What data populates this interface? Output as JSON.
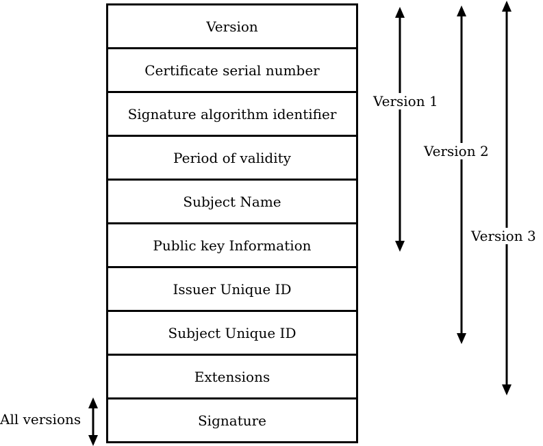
{
  "fields": [
    "Version",
    "Certificate serial number",
    "Signature algorithm identifier",
    "Period of validity",
    "Subject Name",
    "Public key Information",
    "Issuer Unique ID",
    "Subject Unique ID",
    "Extensions",
    "Signature"
  ],
  "spans": {
    "version1": "Version 1",
    "version2": "Version 2",
    "version3": "Version 3",
    "all_versions": "All versions"
  }
}
